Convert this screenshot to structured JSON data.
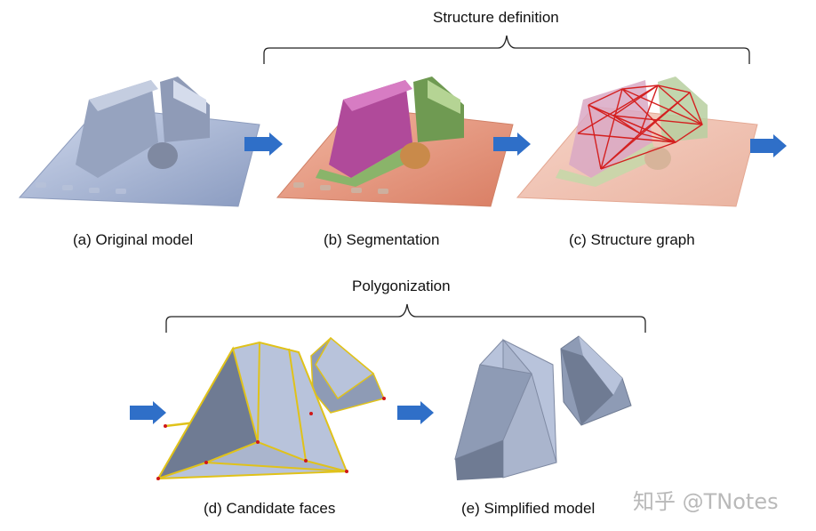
{
  "diagram": {
    "groups": {
      "structure_definition": {
        "title": "Structure definition"
      },
      "polygonization": {
        "title": "Polygonization"
      }
    },
    "steps": [
      {
        "id": "a",
        "caption": "(a) Original model"
      },
      {
        "id": "b",
        "caption": "(b) Segmentation"
      },
      {
        "id": "c",
        "caption": "(c) Structure graph"
      },
      {
        "id": "d",
        "caption": "(d) Candidate faces"
      },
      {
        "id": "e",
        "caption": "(e) Simplified model"
      }
    ],
    "colors": {
      "arrow": "#2f6fc8",
      "mesh_blue": "#a9b8d8",
      "mesh_salmon": "#e89a82",
      "seg_magenta": "#b04a9a",
      "seg_green": "#8ab46a",
      "graph_red": "#d42020",
      "candidate_edge": "#e0c21a",
      "solid_light": "#b8c3db",
      "solid_mid": "#8e9bb5",
      "solid_dark": "#6f7b93"
    },
    "icons": [
      "arrow-right-icon",
      "curly-brace-icon"
    ]
  },
  "watermark": {
    "text": "知乎 @TNotes"
  }
}
